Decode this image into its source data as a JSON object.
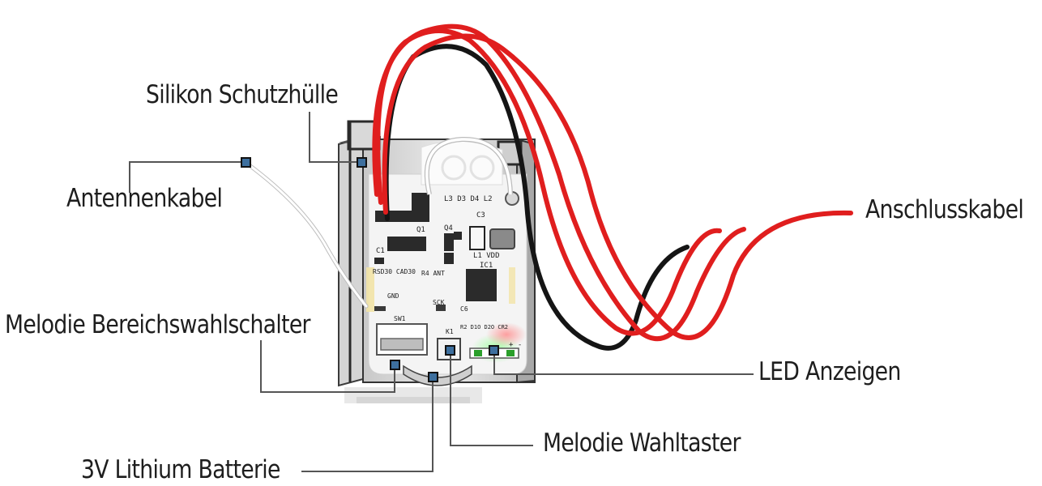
{
  "labels": {
    "silikon": "Silikon Schutzhülle",
    "antenne": "Antennenkabel",
    "anschluss": "Anschlusskabel",
    "melodie_bereich": "Melodie Bereichswahlschalter",
    "led": "LED Anzeigen",
    "melodie_taster": "Melodie Wahltaster",
    "batterie": "3V Lithium Batterie"
  },
  "pcb_text": {
    "ld": "L3 D3 D4 L2",
    "c3": "C3",
    "c1": "C1",
    "q1": "Q1",
    "q4": "Q4",
    "l1vdd": "L1 VDD",
    "ic1": "IC1",
    "radio": "RSD30 CAD30",
    "gnd": "GND",
    "r4": "R4 ANT",
    "sck": "SCK",
    "c6": "C6",
    "sw": "SW1",
    "k1": "K1",
    "led_marks": "R2 D1O D2O CR2",
    "plus_minus": "+ -"
  },
  "colors": {
    "text": "#1e1e1e",
    "connector_line": "#555555",
    "marker_fill": "#3d6f9e",
    "wire_red": "#e01e1e",
    "wire_black": "#1a1a1a",
    "pcb": "#f4f4f4"
  }
}
